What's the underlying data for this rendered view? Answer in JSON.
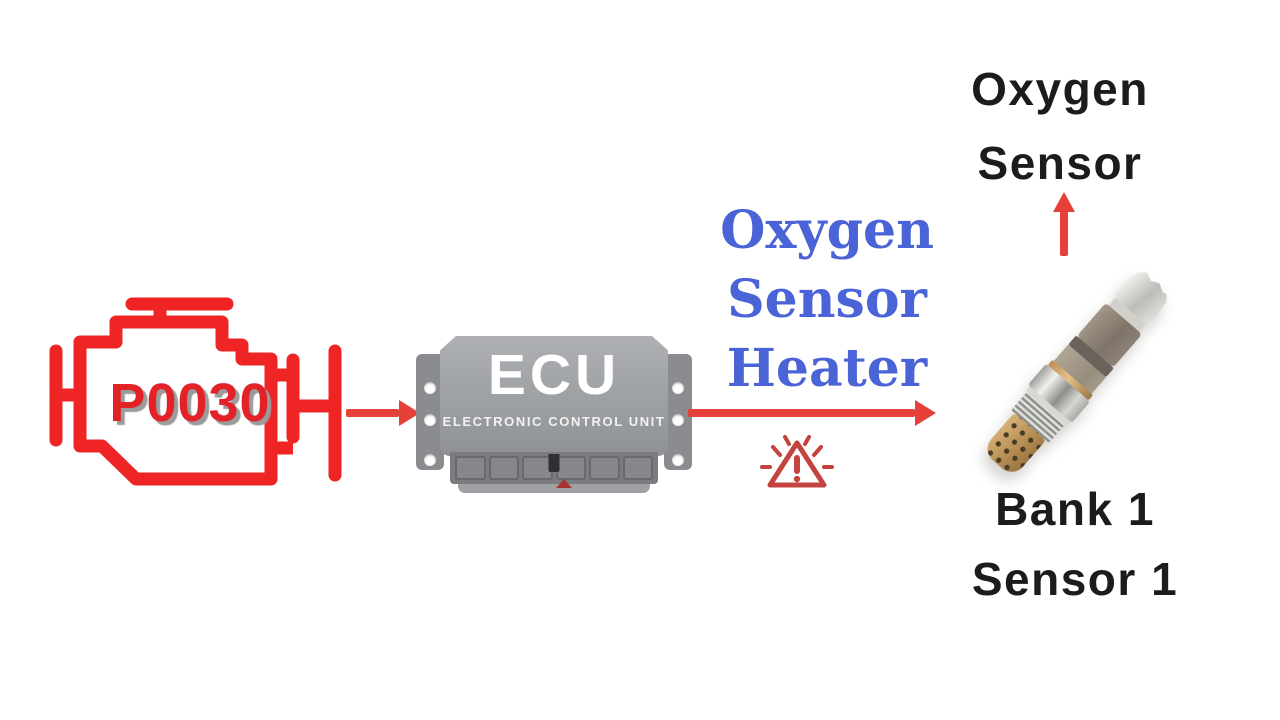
{
  "flow": {
    "dtc_code": "P0030",
    "ecu": {
      "label": "ECU",
      "sublabel": "ELECTRONIC CONTROL UNIT"
    },
    "heater_label": {
      "lines": [
        "Oxygen",
        "Sensor",
        "Heater"
      ]
    },
    "sensor_title": {
      "lines": [
        "Oxygen",
        "Sensor"
      ]
    },
    "sensor_location": {
      "lines": [
        "Bank 1",
        "Sensor 1"
      ]
    }
  },
  "icons": {
    "check_engine": "check-engine-icon",
    "warning": "warning-triangle-icon",
    "ecu_module": "ecu-module-image",
    "oxygen_sensor": "oxygen-sensor-image"
  },
  "colors": {
    "engine_red": "#EE2524",
    "dtc_text_red": "#E32227",
    "arrow_red": "#E5403A",
    "warning_red": "#C4433E",
    "heater_blue": "#4A63D6",
    "text_black": "#1C1C1C",
    "ecu_gray": "#9C9EA1"
  }
}
